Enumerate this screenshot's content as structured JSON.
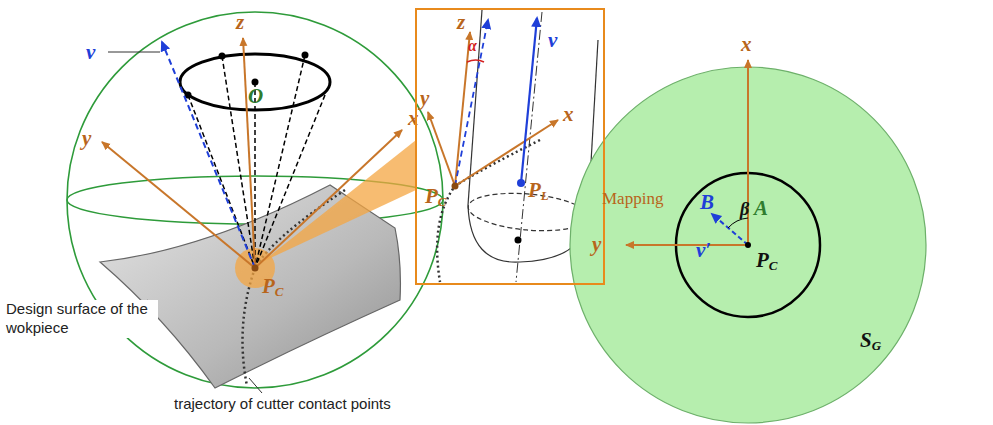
{
  "diagram": {
    "nodes": [
      {
        "text": [
          "z",
          "v",
          "O",
          "x",
          "y",
          "PC"
        ]
      },
      {
        "text": [
          "z",
          "α",
          "v",
          "y",
          "x",
          "PC",
          "PL"
        ]
      },
      {
        "text": [
          "x",
          "A",
          "B",
          "β",
          "y",
          "v′",
          "PC",
          "SG"
        ]
      }
    ],
    "labels": [
      "Design surface of the wokpiece",
      "trajectory of cutter contact points",
      "Mapping"
    ]
  }
}
